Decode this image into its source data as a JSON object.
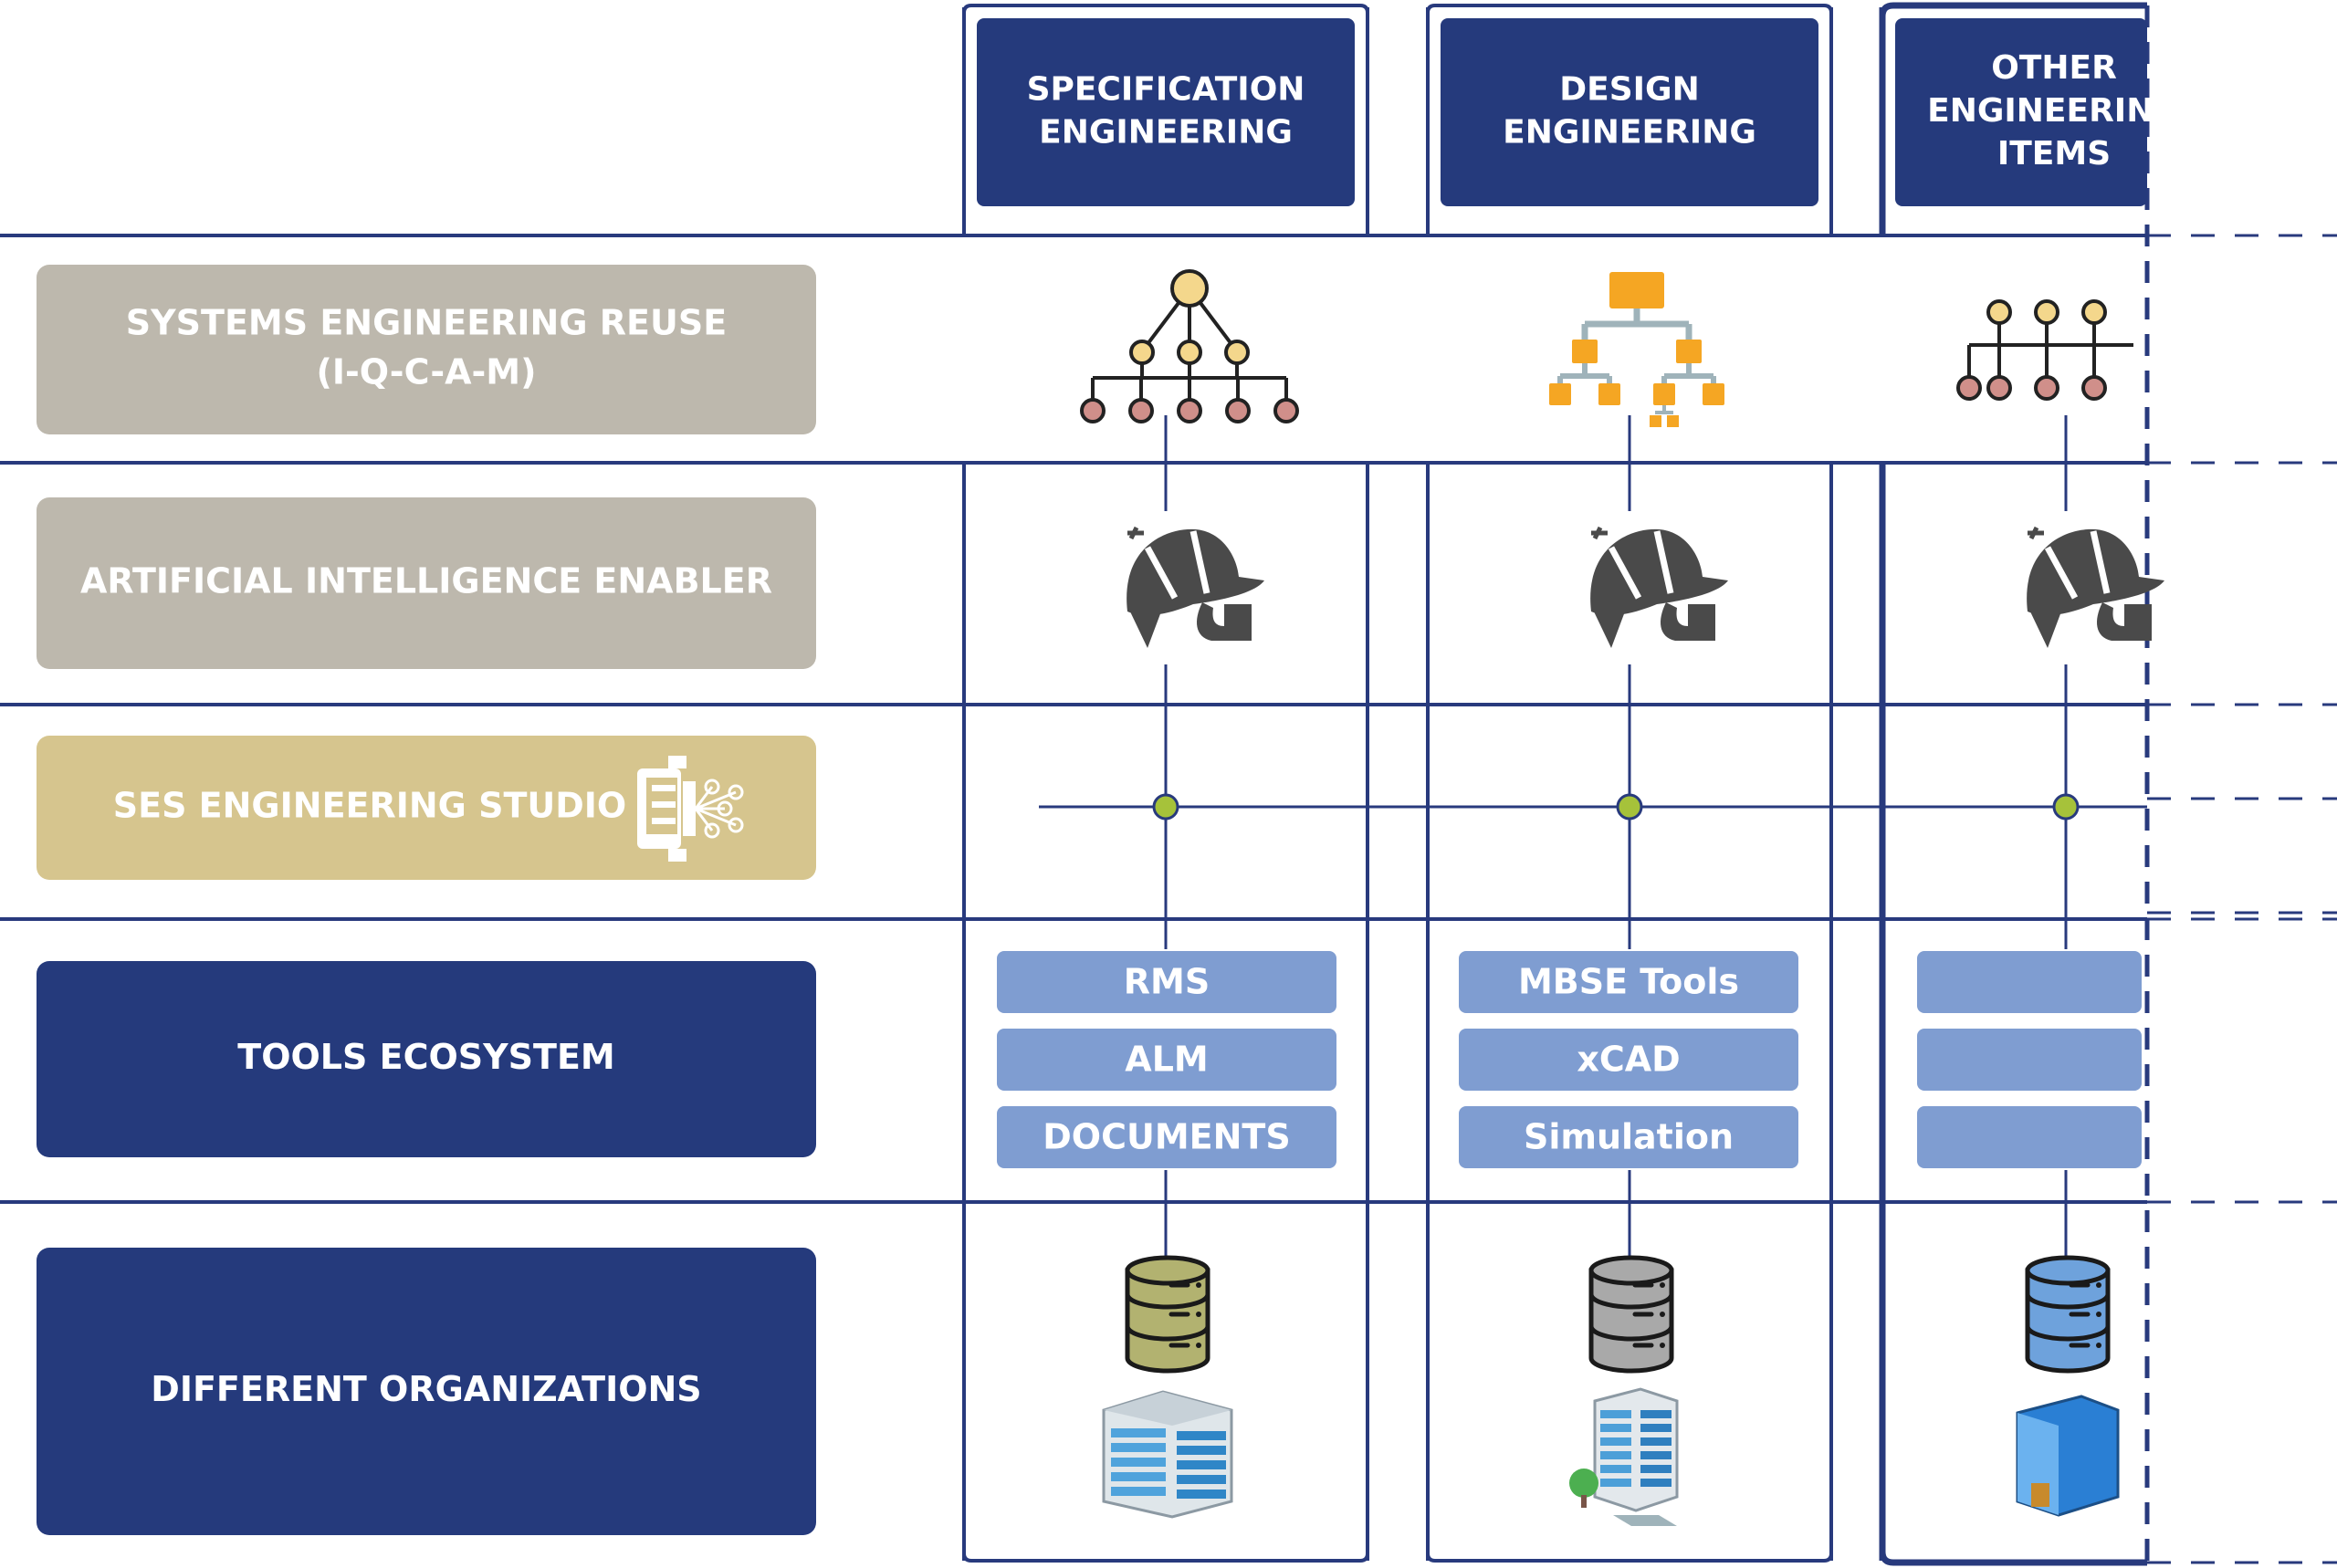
{
  "colors": {
    "navy": "#253a7c",
    "gray_box": "#bdb8ad",
    "gold_box": "#d6c58e",
    "tool_box": "#7f9dd1",
    "line": "#283a7d",
    "dot_green": "#a6c23a",
    "node_yellow": "#f4d78c",
    "node_pink": "#d08f8a",
    "orange": "#f5a623",
    "conn_gray": "#9fb3ba",
    "icon_gray": "#4a4a4a"
  },
  "columns": [
    {
      "header_lines": [
        "SPECIFICATION",
        "ENGINEERING"
      ],
      "tools": [
        "RMS",
        "ALM",
        "DOCUMENTS"
      ],
      "db_color": "#b2b270",
      "building": "building-1"
    },
    {
      "header_lines": [
        "DESIGN",
        "ENGINEERING"
      ],
      "tools": [
        "MBSE Tools",
        "xCAD",
        "Simulation"
      ],
      "db_color": "#a9a9a9",
      "building": "building-2"
    },
    {
      "header_lines": [
        "OTHER",
        "ENGINEERING",
        "ITEMS"
      ],
      "tools": [
        "",
        "",
        ""
      ],
      "db_color": "#6ea2dc",
      "building": "building-3"
    }
  ],
  "rows": [
    {
      "lines": [
        "SYSTEMS ENGINEERING REUSE",
        "(I-Q-C-A-M)"
      ],
      "fill": "#bdb8ad"
    },
    {
      "lines": [
        "ARTIFICIAL INTELLIGENCE ENABLER"
      ],
      "fill": "#bdb8ad"
    },
    {
      "lines": [
        "SES ENGINEERING STUDIO"
      ],
      "fill": "#d6c58e"
    },
    {
      "lines": [
        "TOOLS ECOSYSTEM"
      ],
      "fill": "#253a7c"
    },
    {
      "lines": [
        "DIFFERENT ORGANIZATIONS"
      ],
      "fill": "#253a7c"
    }
  ],
  "icons": {
    "column_icons": [
      "tree-hierarchy-icon",
      "orange-org-chart-icon",
      "tree-hierarchy-icon"
    ],
    "ai_icon": "detective-hat-pipe-icon",
    "studio_icon": "engineering-studio-icon",
    "database_icon": "database-icon"
  }
}
